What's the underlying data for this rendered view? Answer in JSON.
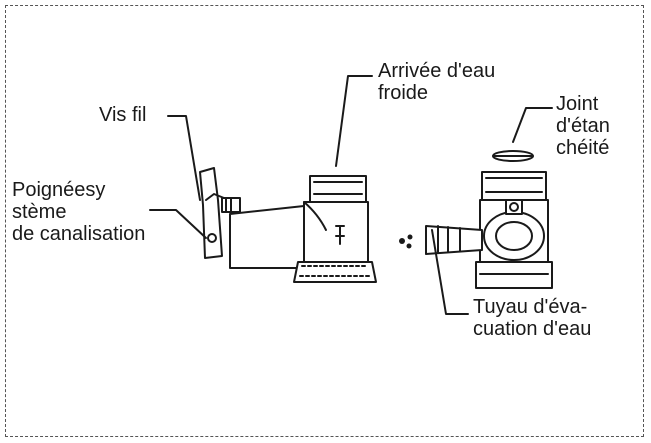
{
  "labels": {
    "cold_water_inlet": [
      "Arrivée d'eau",
      "froide"
    ],
    "wire_screw": [
      "Vis fil"
    ],
    "seal": [
      "Joint",
      "d'étan",
      "chéité"
    ],
    "drain_handle": [
      "Poignéesy",
      "stème",
      "de canalisation"
    ],
    "drain_pipe": [
      "Tuyau d'éva-",
      "cuation d'eau"
    ]
  }
}
